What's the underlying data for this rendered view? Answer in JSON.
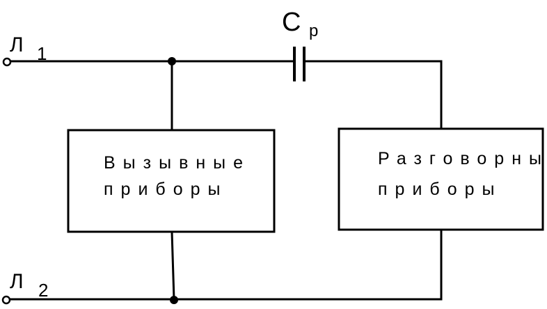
{
  "lines": {
    "l1": {
      "letter": "Л",
      "subscript": "1"
    },
    "l2": {
      "letter": "Л",
      "subscript": "2"
    }
  },
  "capacitor": {
    "letter": "С",
    "subscript": "р"
  },
  "calling_devices": {
    "line1": "Вызывные",
    "line2": "приборы"
  },
  "speaking_devices": {
    "line1": "Разговорные",
    "line2": "приборы"
  }
}
